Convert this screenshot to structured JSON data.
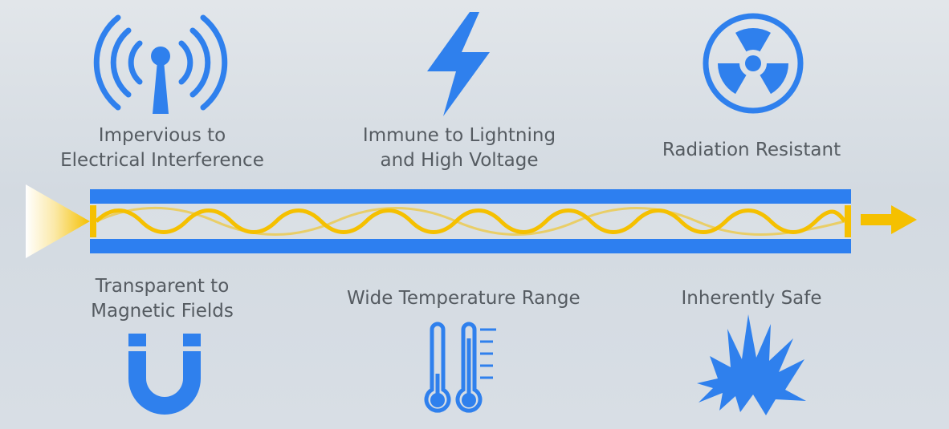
{
  "features": {
    "top": [
      {
        "id": "interference",
        "line1": "Impervious to",
        "line2": "Electrical Interference",
        "icon": "antenna-signal-icon"
      },
      {
        "id": "lightning",
        "line1": "Immune to Lightning",
        "line2": "and High Voltage",
        "icon": "lightning-bolt-icon"
      },
      {
        "id": "radiation",
        "line1": "Radiation Resistant",
        "icon": "radiation-icon"
      }
    ],
    "bottom": [
      {
        "id": "magnetic",
        "line1": "Transparent to",
        "line2": "Magnetic Fields",
        "icon": "magnet-icon"
      },
      {
        "id": "temperature",
        "line1": "Wide Temperature Range",
        "icon": "thermometer-icon"
      },
      {
        "id": "safe",
        "line1": "Inherently Safe",
        "icon": "explosion-icon"
      }
    ]
  },
  "colors": {
    "icon_blue": "#2f80ed",
    "fiber_blue": "#2d7ff0",
    "light_yellow": "#f5c000",
    "background": "#dde2e7"
  }
}
